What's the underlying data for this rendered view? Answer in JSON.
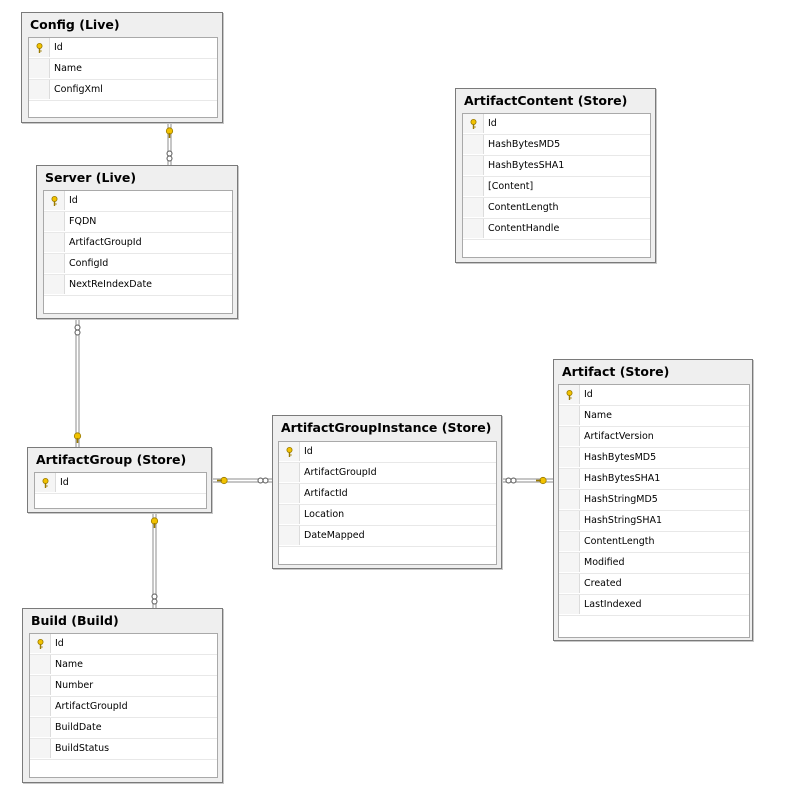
{
  "tables": {
    "config": {
      "title": "Config (Live)",
      "columns": [
        {
          "name": "Id",
          "pk": true
        },
        {
          "name": "Name"
        },
        {
          "name": "ConfigXml"
        }
      ]
    },
    "server": {
      "title": "Server (Live)",
      "columns": [
        {
          "name": "Id",
          "pk": true
        },
        {
          "name": "FQDN"
        },
        {
          "name": "ArtifactGroupId"
        },
        {
          "name": "ConfigId"
        },
        {
          "name": "NextReIndexDate"
        }
      ]
    },
    "artifact_content": {
      "title": "ArtifactContent (Store)",
      "columns": [
        {
          "name": "Id",
          "pk": true
        },
        {
          "name": "HashBytesMD5"
        },
        {
          "name": "HashBytesSHA1"
        },
        {
          "name": "[Content]"
        },
        {
          "name": "ContentLength"
        },
        {
          "name": "ContentHandle"
        }
      ]
    },
    "artifact": {
      "title": "Artifact (Store)",
      "columns": [
        {
          "name": "Id",
          "pk": true
        },
        {
          "name": "Name"
        },
        {
          "name": "ArtifactVersion"
        },
        {
          "name": "HashBytesMD5"
        },
        {
          "name": "HashBytesSHA1"
        },
        {
          "name": "HashStringMD5"
        },
        {
          "name": "HashStringSHA1"
        },
        {
          "name": "ContentLength"
        },
        {
          "name": "Modified"
        },
        {
          "name": "Created"
        },
        {
          "name": "LastIndexed"
        }
      ]
    },
    "artifact_group_instance": {
      "title": "ArtifactGroupInstance (Store)",
      "columns": [
        {
          "name": "Id",
          "pk": true
        },
        {
          "name": "ArtifactGroupId"
        },
        {
          "name": "ArtifactId"
        },
        {
          "name": "Location"
        },
        {
          "name": "DateMapped"
        }
      ]
    },
    "artifact_group": {
      "title": "ArtifactGroup (Store)",
      "columns": [
        {
          "name": "Id",
          "pk": true
        }
      ]
    },
    "build": {
      "title": "Build (Build)",
      "columns": [
        {
          "name": "Id",
          "pk": true
        },
        {
          "name": "Name"
        },
        {
          "name": "Number"
        },
        {
          "name": "ArtifactGroupId"
        },
        {
          "name": "BuildDate"
        },
        {
          "name": "BuildStatus"
        }
      ]
    }
  },
  "relationships": [
    {
      "one": "config",
      "many": "server"
    },
    {
      "one": "artifact_group",
      "many": "server"
    },
    {
      "one": "artifact_group",
      "many": "artifact_group_instance"
    },
    {
      "one": "artifact",
      "many": "artifact_group_instance"
    },
    {
      "one": "artifact_group",
      "many": "build"
    }
  ],
  "colors": {
    "title_bar": "#efefef",
    "border": "#7a7a7a",
    "key_icon": "#e0b000",
    "connector": "#8c8c8c"
  },
  "icons": {
    "primary_key": "key-icon",
    "one_end": "key-icon",
    "many_end": "infinity-icon"
  }
}
